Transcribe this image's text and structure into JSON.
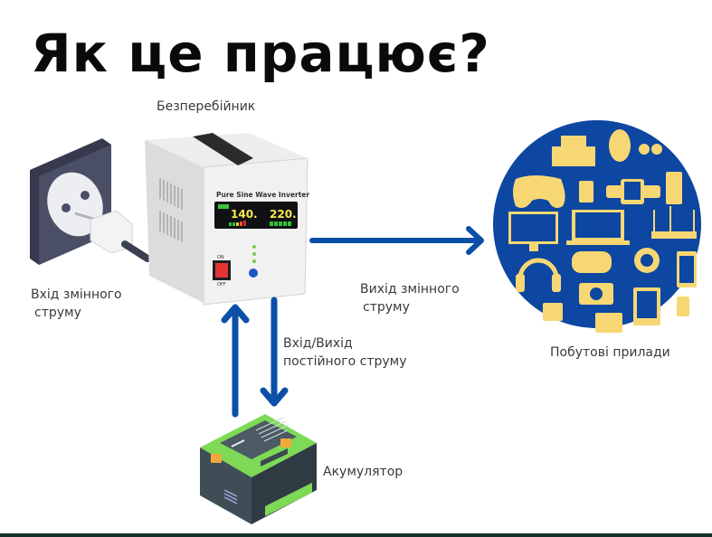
{
  "title": "Як це працює?",
  "nodes": {
    "ups": {
      "label": "Безперебійник",
      "panel_title": "Pure Sine Wave Inverter",
      "input_voltage": "140.",
      "output_voltage": "220.",
      "switch_on": "ON",
      "switch_off": "OFF"
    },
    "ac_input": {
      "label_line1": "Вхід змінного",
      "label_line2": "струму"
    },
    "ac_output": {
      "label_line1": "Вихід змінного",
      "label_line2": "струму"
    },
    "dc_io": {
      "label_line1": "Вхід/Вихід",
      "label_line2": "постійного струму"
    },
    "battery": {
      "label": "Акумулятор"
    },
    "appliances": {
      "label": "Побутові прилади"
    }
  },
  "colors": {
    "arrow": "#0b4fa8",
    "circle": "#0d47a1",
    "icon": "#f7d774",
    "battery_top": "#7ed957",
    "battery_body": "#37474f",
    "socket": "#454a5e",
    "footer": "#15302c"
  }
}
